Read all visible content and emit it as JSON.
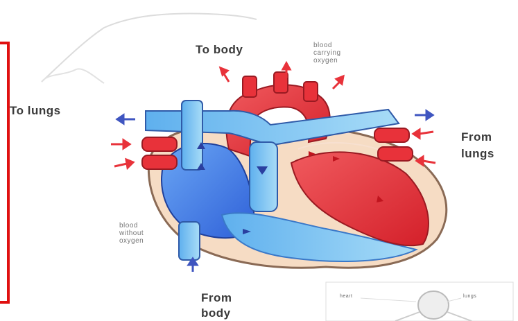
{
  "labels": {
    "to_body": "To body",
    "to_lungs": "To lungs",
    "from_lungs_1": "From",
    "from_lungs_2": "lungs",
    "from_body_1": "From",
    "from_body_2": "body",
    "oxygen_1": "blood",
    "oxygen_2": "carrying",
    "oxygen_3": "oxygen",
    "no_oxygen_1": "blood",
    "no_oxygen_2": "without",
    "no_oxygen_3": "oxygen",
    "inset_heart": "heart",
    "inset_lungs": "lungs"
  },
  "colors": {
    "frame": "#e01010",
    "oxygenated": "#e8323a",
    "deoxygenated": "#3f7fe0",
    "light_blue": "#7cc4f2",
    "wall": "#f6dcc4"
  }
}
